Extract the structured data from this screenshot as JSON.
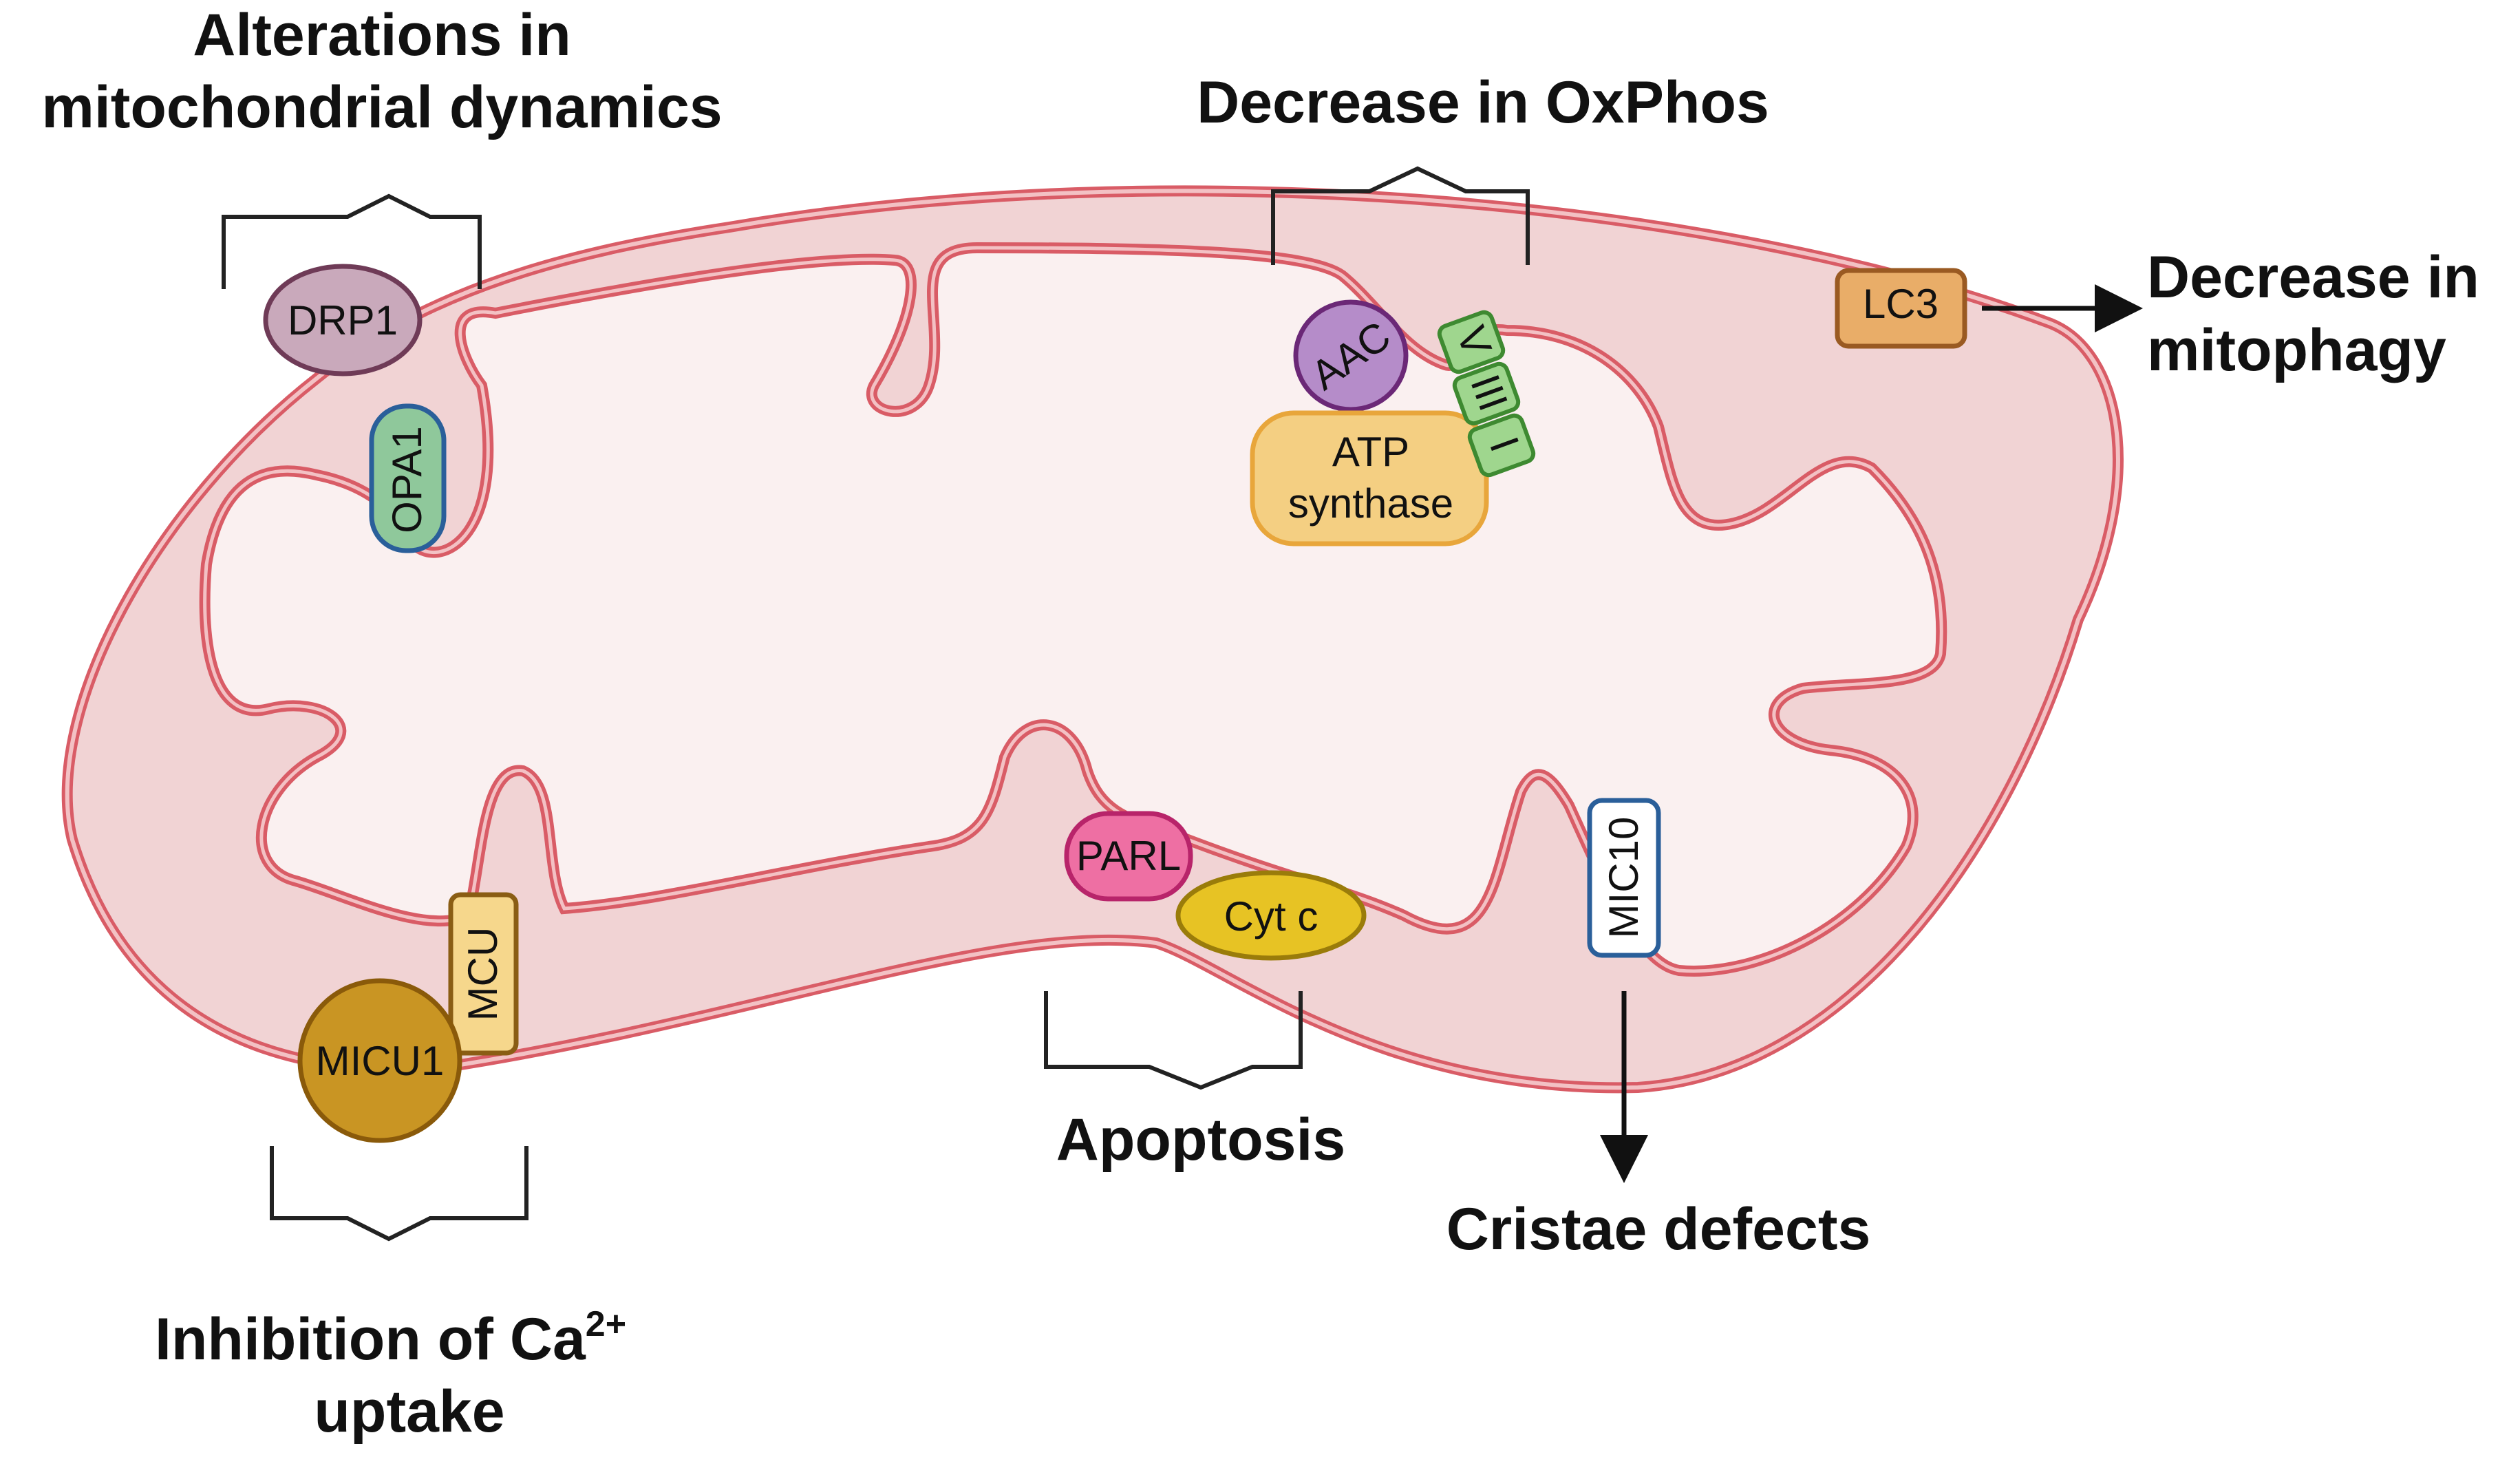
{
  "colors": {
    "membrane_outer": "#d95c66",
    "membrane_stripe": "#f3c1c4",
    "intermembrane": "#f1d3d4",
    "matrix": "#faf0f0",
    "drp1": "#c9a9bb",
    "opa1": "#8fc89b",
    "aac": "#b58cc9",
    "atp_synthase": "#f4cf82",
    "complex": "#9fd68e",
    "lc3": "#e9ad68",
    "micu1": "#c99523",
    "mcu": "#f6d78c",
    "parl": "#ee6fa3",
    "cytc": "#e7c324",
    "mic10": "#ffffff",
    "arrow": "#111111"
  },
  "icons": {
    "bracket": "curly-bracket-icon",
    "arrow": "arrow-right-icon"
  },
  "headings": {
    "dynamics_line1": "Alterations in",
    "dynamics_line2": "mitochondrial dynamics",
    "oxphos": "Decrease in OxPhos",
    "mitophagy_line1": "Decrease in",
    "mitophagy_line2": "mitophagy",
    "calcium_line1_a": "Inhibition of Ca",
    "calcium_superscript": "2+",
    "calcium_line2": "uptake",
    "apoptosis": "Apoptosis",
    "cristae": "Cristae defects"
  },
  "proteins": {
    "drp1": "DRP1",
    "opa1": "OPA1",
    "aac": "AAC",
    "atp_line1": "ATP",
    "atp_line2": "synthase",
    "complex_v": "V",
    "complex_iii": "III",
    "complex_i": "I",
    "lc3": "LC3",
    "micu1": "MICU1",
    "mcu": "MCU",
    "parl": "PARL",
    "cytc": "Cyt c",
    "mic10": "MIC10"
  }
}
